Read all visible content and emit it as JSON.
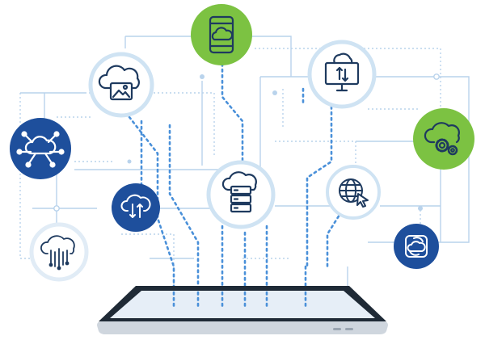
{
  "colors": {
    "navy": "#1e4f9c",
    "green": "#7cc242",
    "icon_stroke": "#1e3a5f",
    "white_stroke": "#ffffff",
    "ring": "#cfe3f3",
    "circle_fill": "#ffffff",
    "line_light": "#b9d3ec",
    "line_dotted": "#4a90d9",
    "tablet_frame": "#1f2a36",
    "tablet_screen": "#e6eef7",
    "tablet_base": "#cfd6de"
  },
  "nodes": [
    {
      "name": "cloud-image-icon",
      "style": "white"
    },
    {
      "name": "cloud-mobile-icon",
      "style": "green"
    },
    {
      "name": "cloud-monitor-icon",
      "style": "white"
    },
    {
      "name": "cloud-network-icon",
      "style": "navy"
    },
    {
      "name": "cloud-settings-icon",
      "style": "green"
    },
    {
      "name": "cloud-transfer-icon",
      "style": "navy"
    },
    {
      "name": "cloud-server-icon",
      "style": "white"
    },
    {
      "name": "globe-cursor-icon",
      "style": "white"
    },
    {
      "name": "cloud-data-icon",
      "style": "white"
    },
    {
      "name": "cloud-sync-icon",
      "style": "navy"
    }
  ],
  "device": {
    "name": "tablet-device"
  }
}
